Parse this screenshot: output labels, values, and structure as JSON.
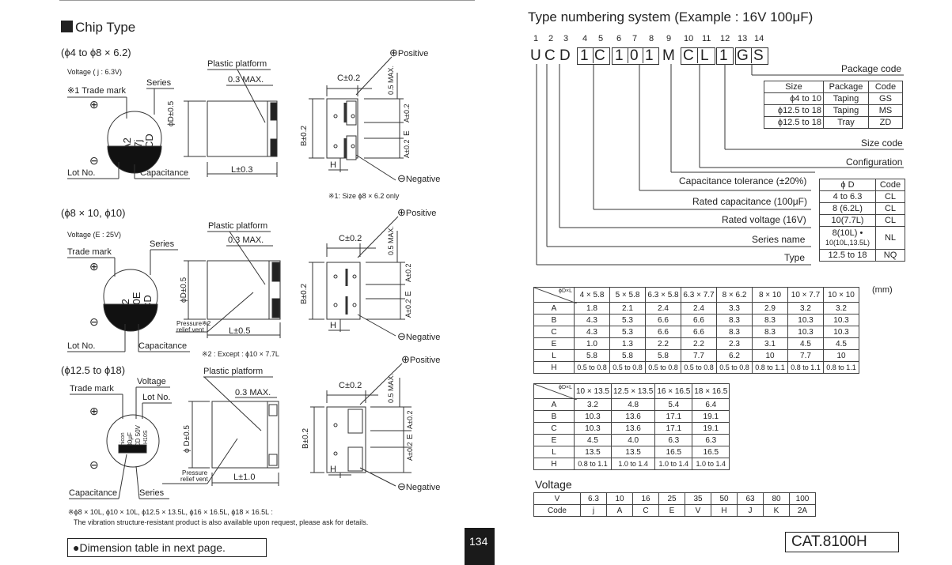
{
  "left": {
    "title": "Chip Type",
    "sec1": {
      "heading": "(ϕ4 to ϕ8 × 6.2)",
      "voltage": "Voltage ( j : 6.3V)",
      "series": "Series",
      "trade_mark": "※1 Trade mark",
      "plastic": "Plastic platform",
      "max": "0.3 MAX.",
      "c": "C±0.2",
      "max5": "0.5 MAX.",
      "positive": "Positive",
      "negative": "Negative",
      "lot": "Lot No.",
      "capacitance": "Capacitance",
      "phid": "ϕD±0.5",
      "l": "L±0.3",
      "b": "B±0.2",
      "a": "A±0.2",
      "e": "E",
      "h": "H",
      "note": "※1: Size ϕ8 × 6.2 only",
      "marking": [
        "A2",
        "47j",
        "CD"
      ]
    },
    "sec2": {
      "heading": "(ϕ8 × 10, ϕ10)",
      "voltage": "Voltage (E : 25V)",
      "series": "Series",
      "trade_mark": "Trade mark",
      "plastic": "Plastic platform",
      "max": "0.3 MAX.",
      "c": "C±0.2",
      "max5": "0.5 MAX.",
      "positive": "Positive",
      "negative": "Negative",
      "lot": "Lot No.",
      "capacitance": "Capacitance",
      "phid": "ϕD±0.5",
      "l": "L±0.5",
      "b": "B±0.2",
      "a": "A±0.2",
      "e": "E",
      "h": "H",
      "pressure": "Pressure※2",
      "relief": "relief vent",
      "note": "※2 : Except : ϕ10 × 7.7L",
      "marking": [
        "A2",
        "220E",
        "CD"
      ]
    },
    "sec3": {
      "heading": "(ϕ12.5 to ϕ18)",
      "voltage": "Voltage",
      "trade_mark": "Trade mark",
      "lot": "Lot No.",
      "plastic": "Plastic platform",
      "max": "0.3 MAX.",
      "c": "C±0.2",
      "max5": "0.5 MAX.",
      "positive": "Positive",
      "negative": "Negative",
      "capacitance": "Capacitance",
      "series": "Series",
      "phid": "ϕ D±0.5",
      "l": "L±1.0",
      "b": "B±0.2",
      "a": "A±0.2",
      "e": "E",
      "h": "H",
      "pressure": "Pressure",
      "relief": "relief vent",
      "marking": [
        "nichicon",
        "330μF",
        "CD 50V",
        "H10S"
      ]
    },
    "footnote1": "※ϕ8 × 10L, ϕ10 × 10L, ϕ12.5 × 13.5L, ϕ16 × 16.5L, ϕ18 × 16.5L :",
    "footnote2": "The vibration structure-resistant product is also available upon request, please ask for details.",
    "dim_note": "●Dimension table in next page.",
    "page_number": "134"
  },
  "right": {
    "title": "Type numbering system  (Example : 16V 100μF)",
    "positions": [
      "1",
      "2",
      "3",
      "4",
      "5",
      "6",
      "7",
      "8",
      "9",
      "10",
      "11",
      "12",
      "13",
      "14"
    ],
    "chars": [
      "U",
      "C",
      "D",
      "1",
      "C",
      "1",
      "0",
      "1",
      "M",
      "C",
      "L",
      "1",
      "G",
      "S"
    ],
    "boxed": [
      false,
      false,
      false,
      true,
      true,
      true,
      true,
      true,
      false,
      true,
      true,
      true,
      true,
      true
    ],
    "labels": {
      "package_code": "Package code",
      "size_code": "Size code",
      "configuration": "Configuration",
      "cap_tol": "Capacitance tolerance (±20%)",
      "rated_cap": "Rated capacitance (100μF)",
      "rated_volt": "Rated voltage (16V)",
      "series_name": "Series name",
      "type": "Type"
    },
    "package_table": {
      "headers": [
        "Size",
        "Package",
        "Code"
      ],
      "rows": [
        [
          "ϕ4 to 10",
          "Taping",
          "GS"
        ],
        [
          "ϕ12.5 to 18",
          "Taping",
          "MS"
        ],
        [
          "ϕ12.5 to 18",
          "Tray",
          "ZD"
        ]
      ]
    },
    "config_table": {
      "headers": [
        "ϕ D",
        "Code"
      ],
      "rows": [
        [
          "4 to 6.3",
          "CL"
        ],
        [
          "8 (6.2L)",
          "CL"
        ],
        [
          "10(7.7L)",
          "CL"
        ],
        [
          "8(10L) •\n10(10L,13.5L)",
          "NL"
        ],
        [
          "12.5 to 18",
          "NQ"
        ]
      ],
      "row4a": "8(10L) •",
      "row4b": "10(10L,13.5L)"
    },
    "dim_table1": {
      "corner": "ϕD×L",
      "unit": "(mm)",
      "headers": [
        "4 × 5.8",
        "5 × 5.8",
        "6.3 × 5.8",
        "6.3 × 7.7",
        "8 × 6.2",
        "8 × 10",
        "10 × 7.7",
        "10 × 10"
      ],
      "rows": [
        [
          "A",
          "1.8",
          "2.1",
          "2.4",
          "2.4",
          "3.3",
          "2.9",
          "3.2",
          "3.2"
        ],
        [
          "B",
          "4.3",
          "5.3",
          "6.6",
          "6.6",
          "8.3",
          "8.3",
          "10.3",
          "10.3"
        ],
        [
          "C",
          "4.3",
          "5.3",
          "6.6",
          "6.6",
          "8.3",
          "8.3",
          "10.3",
          "10.3"
        ],
        [
          "E",
          "1.0",
          "1.3",
          "2.2",
          "2.2",
          "2.3",
          "3.1",
          "4.5",
          "4.5"
        ],
        [
          "L",
          "5.8",
          "5.8",
          "5.8",
          "7.7",
          "6.2",
          "10",
          "7.7",
          "10"
        ],
        [
          "H",
          "0.5 to 0.8",
          "0.5 to 0.8",
          "0.5 to 0.8",
          "0.5 to 0.8",
          "0.5 to 0.8",
          "0.8 to 1.1",
          "0.8 to 1.1",
          "0.8 to 1.1"
        ]
      ]
    },
    "dim_table2": {
      "corner": "ϕD×L",
      "headers": [
        "10 × 13.5",
        "12.5 × 13.5",
        "16 × 16.5",
        "18 × 16.5"
      ],
      "rows": [
        [
          "A",
          "3.2",
          "4.8",
          "5.4",
          "6.4"
        ],
        [
          "B",
          "10.3",
          "13.6",
          "17.1",
          "19.1"
        ],
        [
          "C",
          "10.3",
          "13.6",
          "17.1",
          "19.1"
        ],
        [
          "E",
          "4.5",
          "4.0",
          "6.3",
          "6.3"
        ],
        [
          "L",
          "13.5",
          "13.5",
          "16.5",
          "16.5"
        ],
        [
          "H",
          "0.8 to 1.1",
          "1.0 to 1.4",
          "1.0 to 1.4",
          "1.0 to 1.4"
        ]
      ]
    },
    "voltage_title": "Voltage",
    "voltage_table": {
      "rows": [
        [
          "V",
          "6.3",
          "10",
          "16",
          "25",
          "35",
          "50",
          "63",
          "80",
          "100"
        ],
        [
          "Code",
          "j",
          "A",
          "C",
          "E",
          "V",
          "H",
          "J",
          "K",
          "2A"
        ]
      ]
    },
    "catalog": "CAT.8100H"
  }
}
